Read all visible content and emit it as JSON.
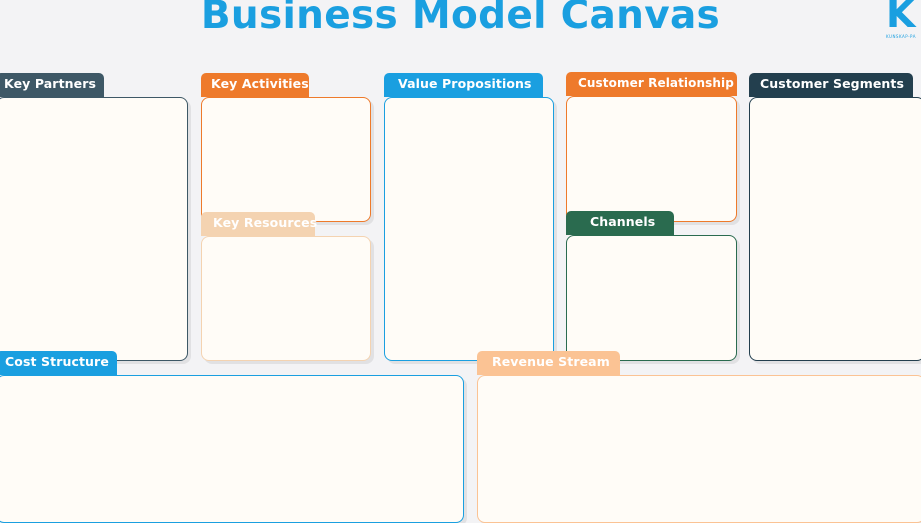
{
  "header": {
    "title": "Business Model Canvas"
  },
  "logo": {
    "mark": "K",
    "sub": "KUNSKAP-PA"
  },
  "blocks": {
    "key_partners": "Key Partners",
    "key_activities": "Key Activities",
    "key_resources": "Key Resources",
    "value_propositions": "Value Propositions",
    "customer_relationship": "Customer Relationship",
    "channels": "Channels",
    "customer_segments": "Customer Segments",
    "cost_structure": "Cost Structure",
    "revenue_stream": "Revenue Stream"
  },
  "colors": {
    "title": "#1a9fe0",
    "key_partners": "#3e5866",
    "key_activities": "#ee7a2b",
    "key_resources": "#f4d3b1",
    "value_propositions": "#1a9fe0",
    "customer_relationship": "#ee7a2b",
    "channels": "#2a6b4f",
    "customer_segments": "#233f4e",
    "cost_structure": "#1a9fe0",
    "revenue_stream": "#fbc394"
  }
}
